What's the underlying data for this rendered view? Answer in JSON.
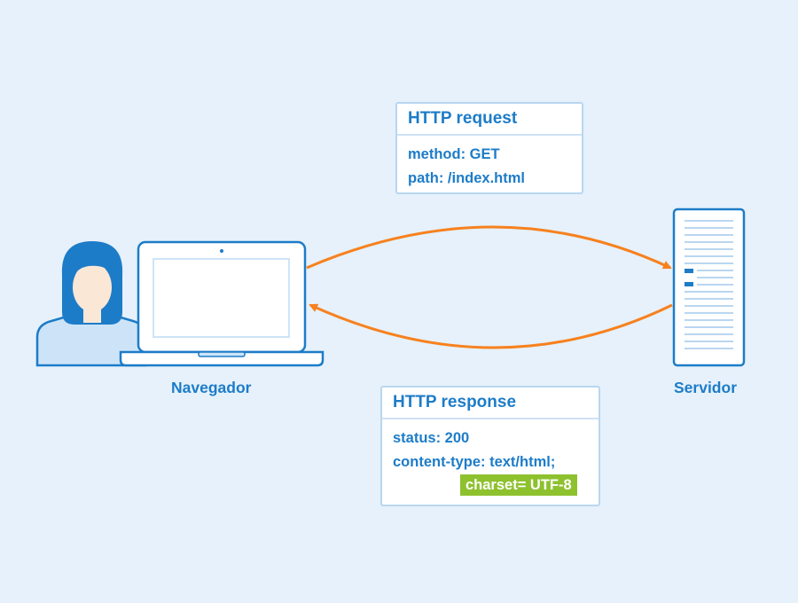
{
  "labels": {
    "browser": "Navegador",
    "server": "Servidor"
  },
  "request": {
    "title": "HTTP request",
    "lines": [
      "method: GET",
      "path: /index.html"
    ]
  },
  "response": {
    "title": "HTTP response",
    "lines": [
      "status: 200",
      "content-type: text/html;"
    ],
    "highlight": "charset= UTF-8"
  },
  "colors": {
    "background": "#e6f1fb",
    "primary": "#1d7cc8",
    "arrow": "#f7811e",
    "highlight": "#8ec12e"
  }
}
